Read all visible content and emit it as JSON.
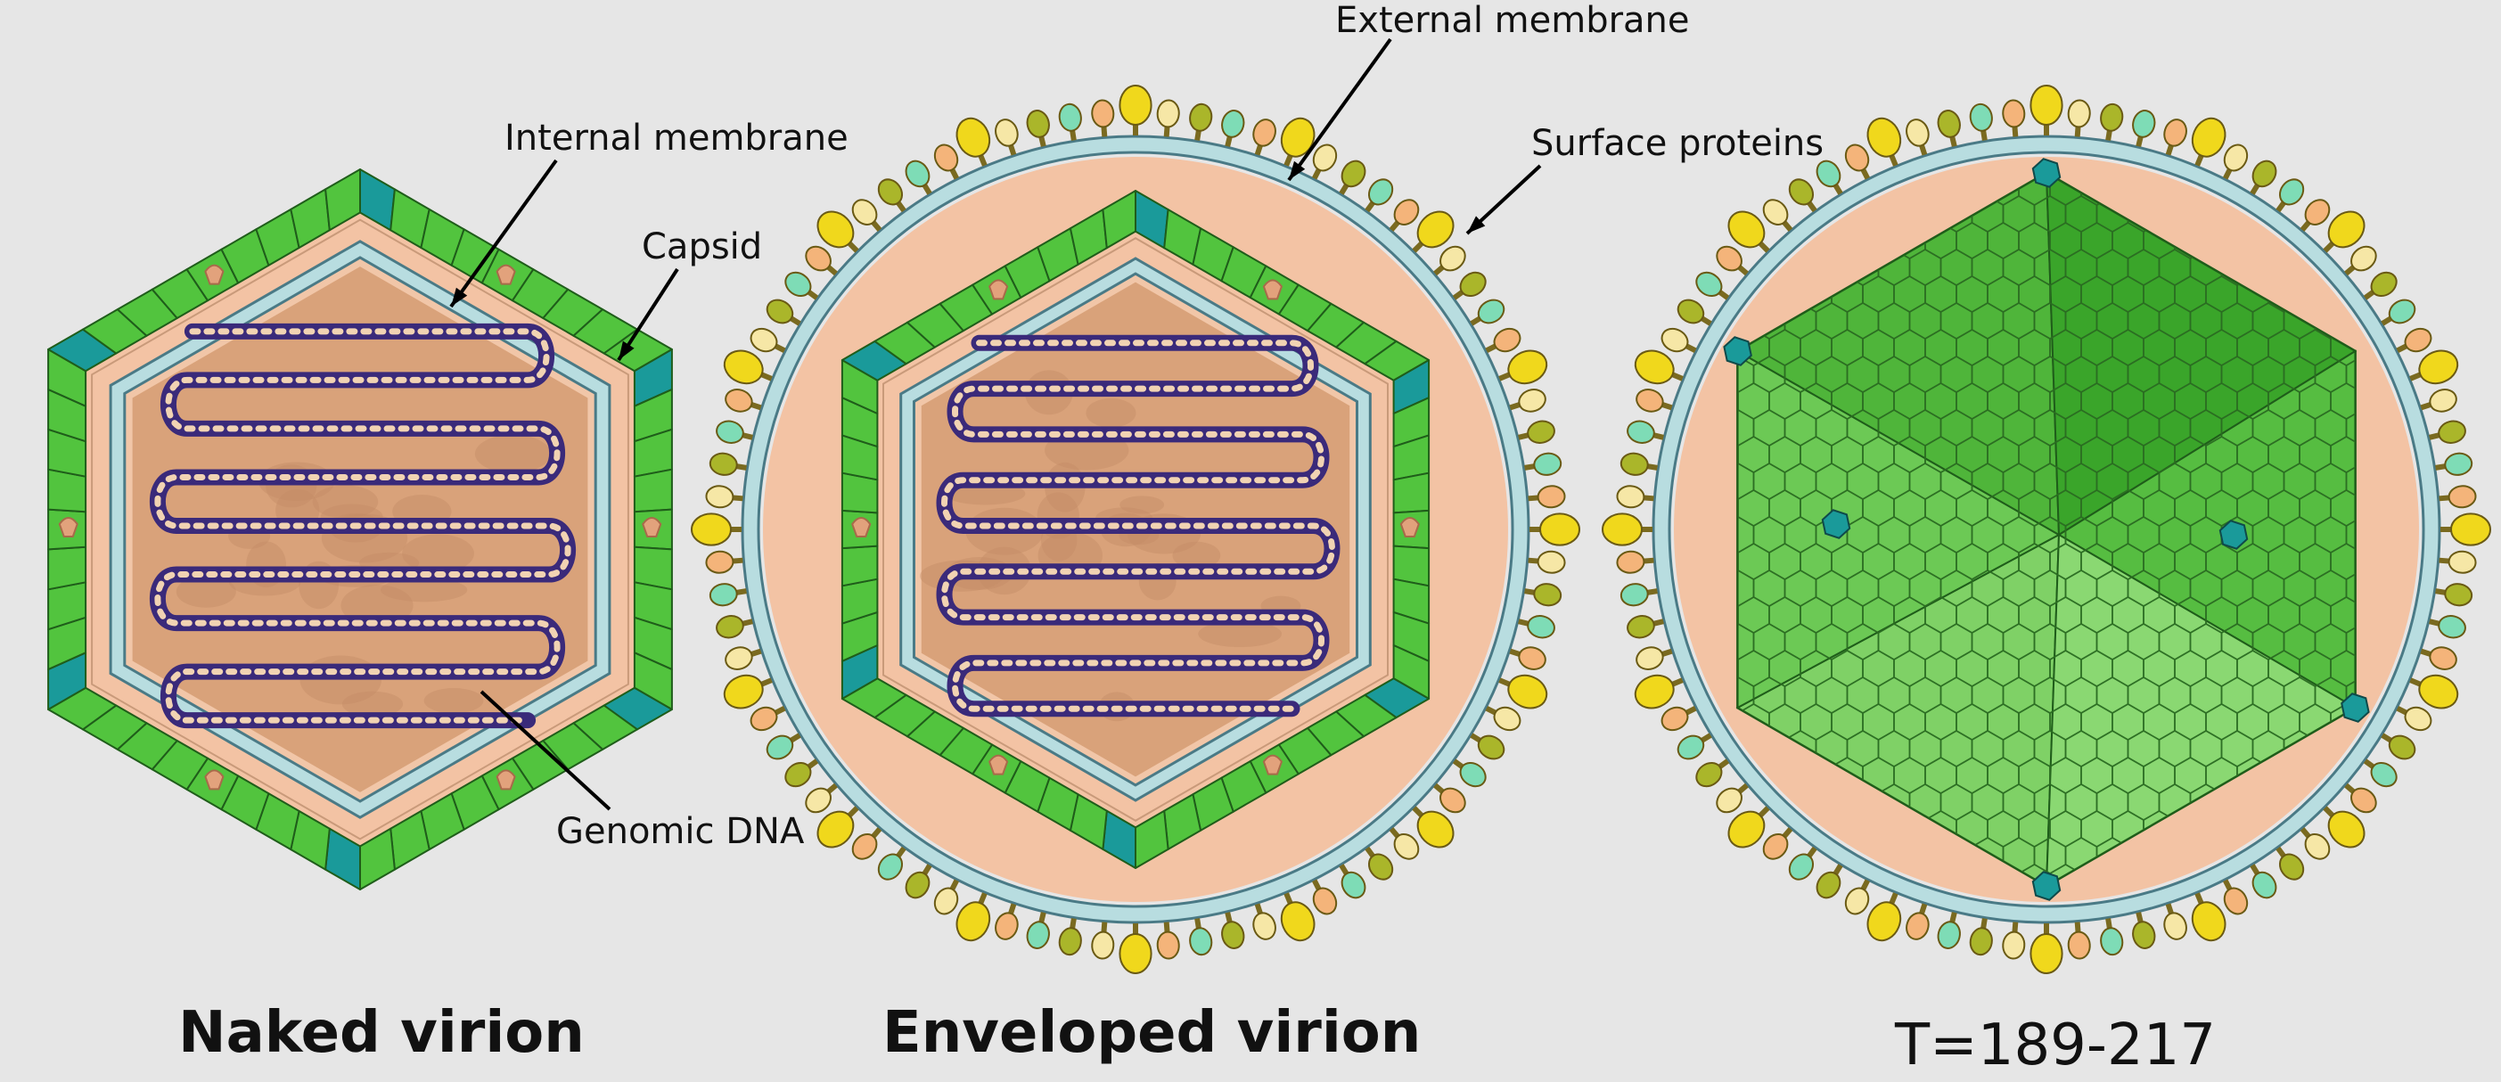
{
  "labels": {
    "external_membrane": "External membrane",
    "internal_membrane": "Internal membrane",
    "surface_proteins": "Surface proteins",
    "capsid": "Capsid",
    "genomic_dna": "Genomic DNA"
  },
  "captions": {
    "naked": "Naked virion",
    "enveloped": "Enveloped virion",
    "triangulation": "T=189-217"
  },
  "colors": {
    "background": "#e6e6e6",
    "capsomer_green": "#52c43e",
    "vertex_teal": "#1a9a9a",
    "matrix_peach": "#f3c3a4",
    "core_tan": "#d9a27a",
    "inner_membrane": "#b8dde0",
    "dna_purple": "#3a2a7a",
    "protein_yellow": "#f0d81c",
    "protein_olive": "#aab62a",
    "protein_cream": "#f6e7a6",
    "protein_mint": "#7edcb6",
    "protein_orange": "#f4b47a",
    "facet_green": "#63c74f"
  }
}
